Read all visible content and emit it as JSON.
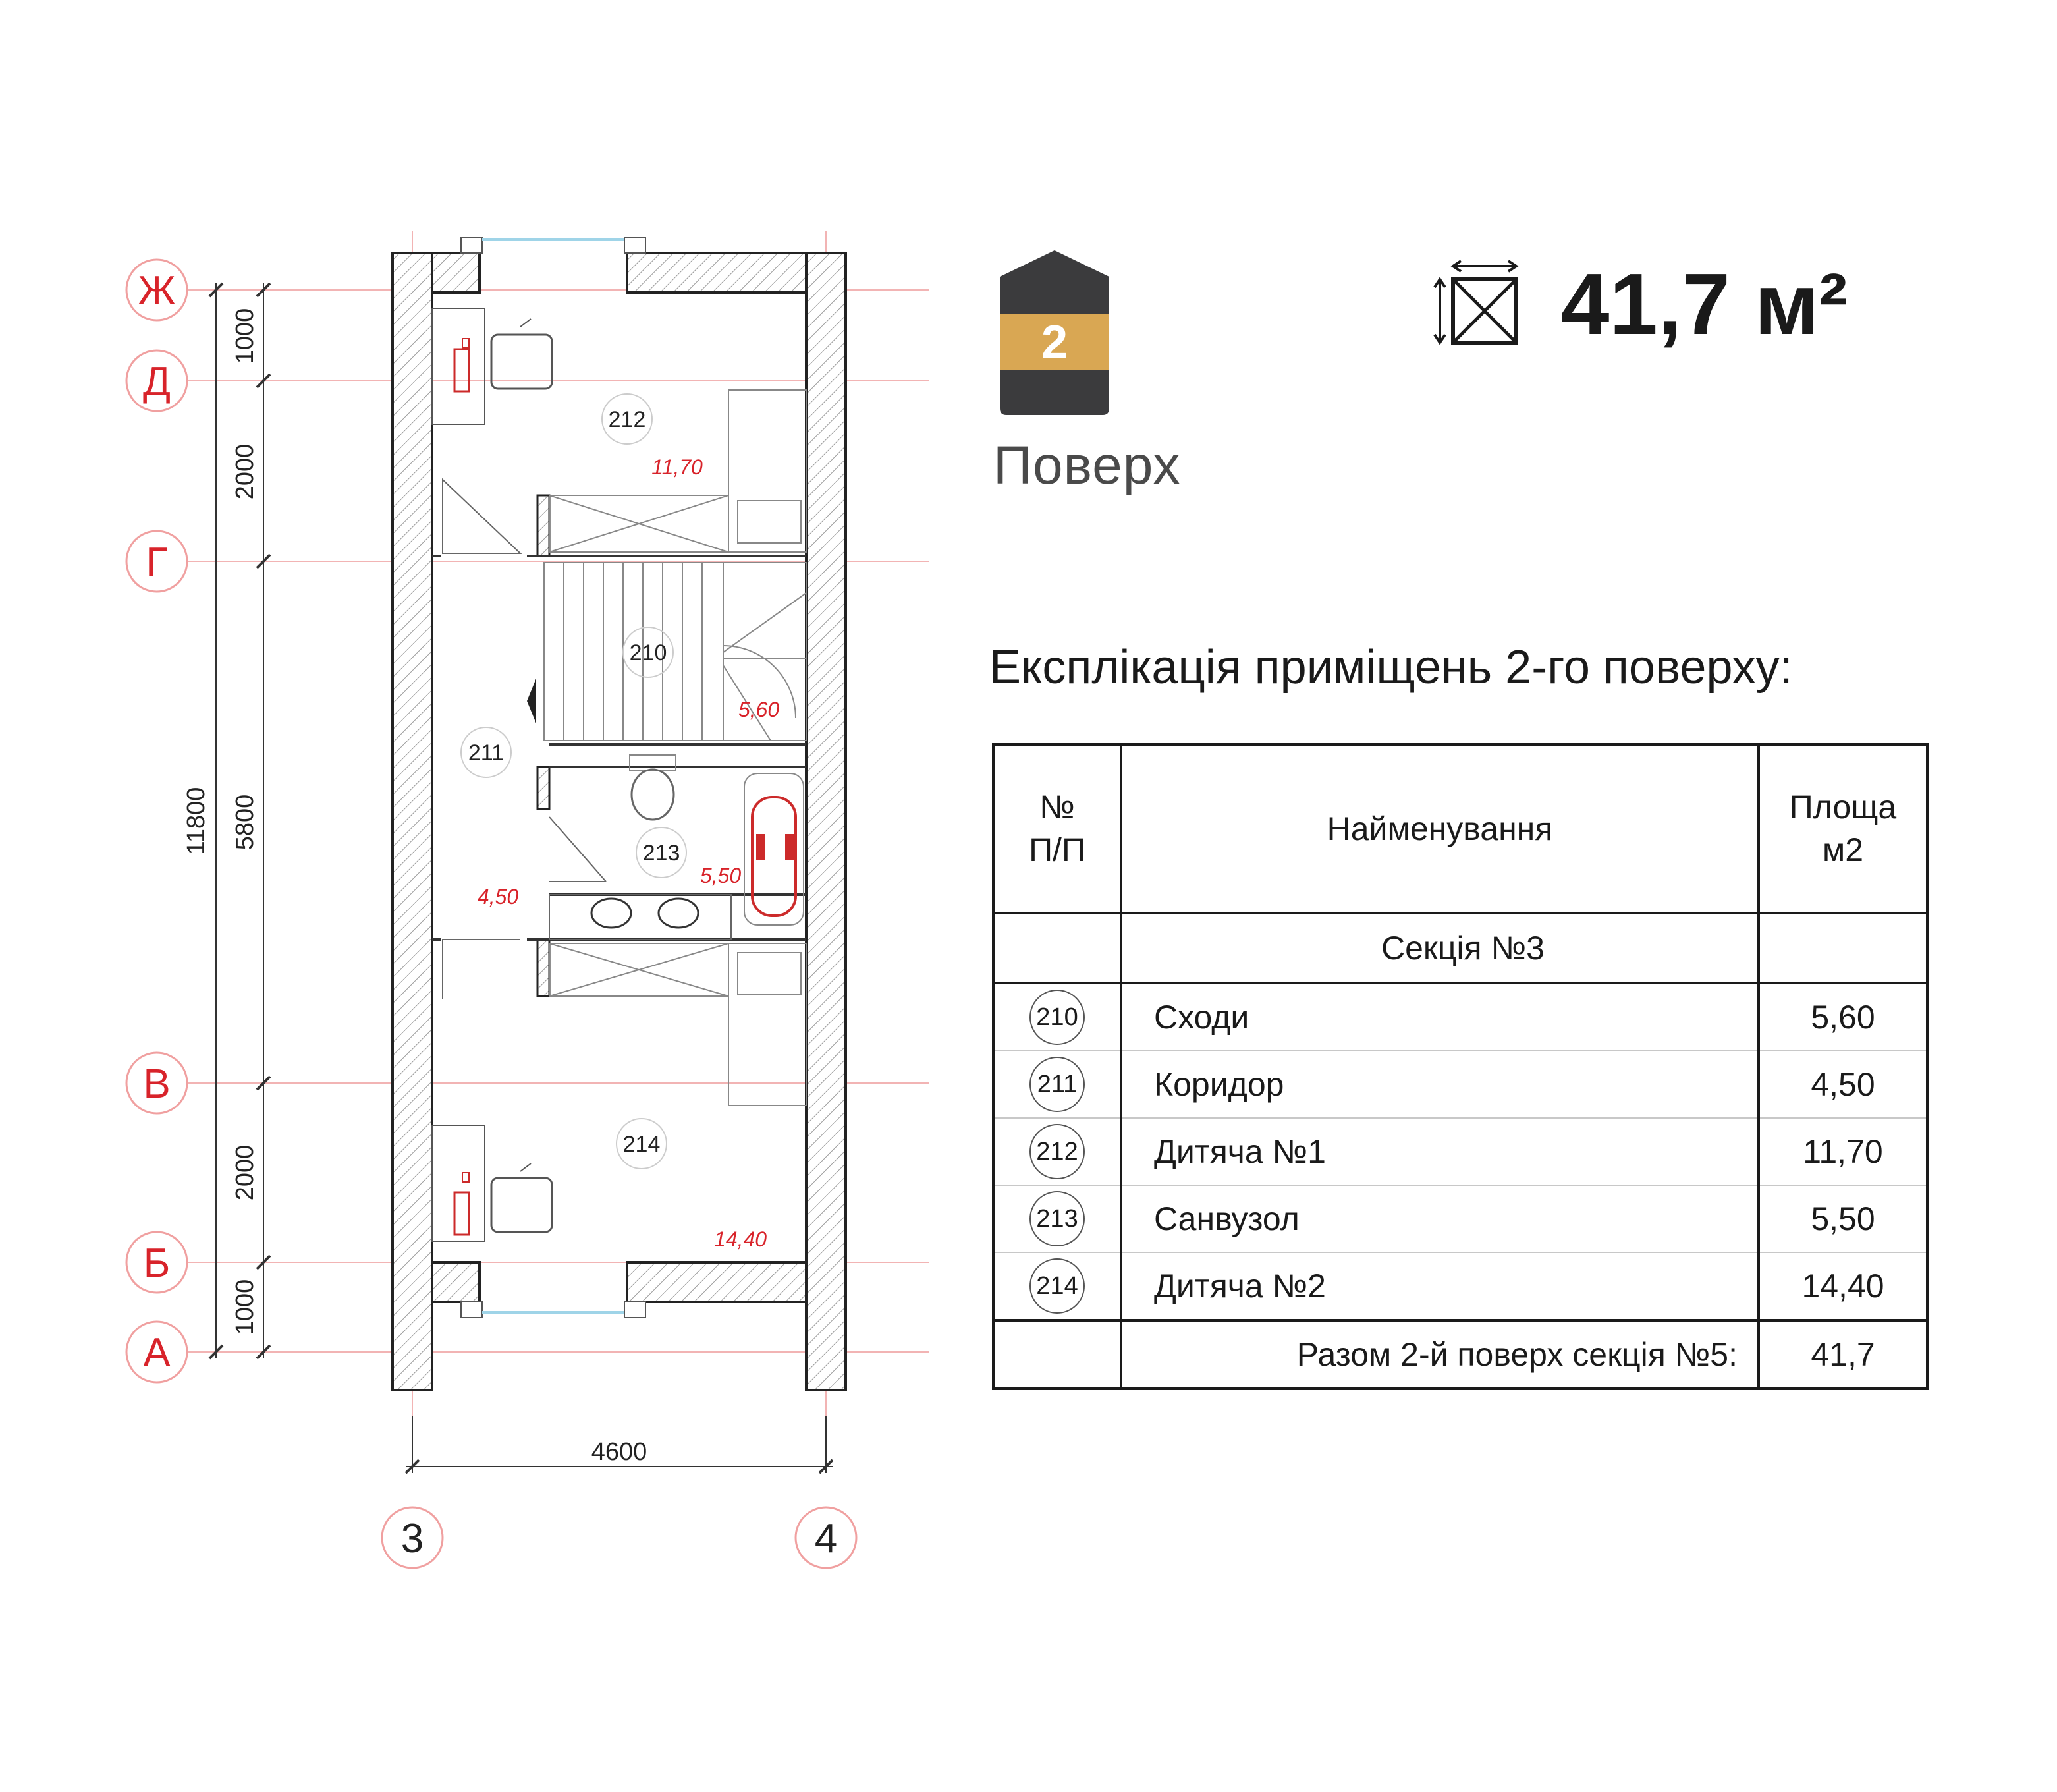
{
  "plan": {
    "axes_rows": [
      "Ж",
      "Д",
      "Г",
      "В",
      "Б",
      "А"
    ],
    "axes_cols": [
      "3",
      "4"
    ],
    "dim_width": "4600",
    "dim_total": "11800",
    "dims_left": [
      "1000",
      "2000",
      "5800",
      "2000",
      "1000"
    ],
    "rooms": [
      {
        "id": "212",
        "area": "11,70"
      },
      {
        "id": "210",
        "area": "5,60"
      },
      {
        "id": "211",
        "area": "4,50"
      },
      {
        "id": "213",
        "area": "5,50"
      },
      {
        "id": "214",
        "area": "14,40"
      }
    ]
  },
  "badge": {
    "number": "2",
    "label": "Поверх"
  },
  "total_area": "41,7 м²",
  "explication": {
    "title": "Експлікація приміщень 2-го поверху:",
    "headers": {
      "num_line1": "№",
      "num_line2": "П/П",
      "name": "Найменування",
      "area_line1": "Площа",
      "area_line2": "м2"
    },
    "section": "Секція №3",
    "rows": [
      {
        "num": "210",
        "name": "Сходи",
        "area": "5,60"
      },
      {
        "num": "211",
        "name": "Коридор",
        "area": "4,50"
      },
      {
        "num": "212",
        "name": "Дитяча №1",
        "area": "11,70"
      },
      {
        "num": "213",
        "name": "Санвузол",
        "area": "5,50"
      },
      {
        "num": "214",
        "name": "Дитяча №2",
        "area": "14,40"
      }
    ],
    "total_label": "Разом 2-й поверх секція №5:",
    "total_value": "41,7"
  },
  "colors": {
    "axis_red": "#e4202a",
    "badge_dark": "#3b3b3d",
    "badge_gold": "#d9a753"
  }
}
